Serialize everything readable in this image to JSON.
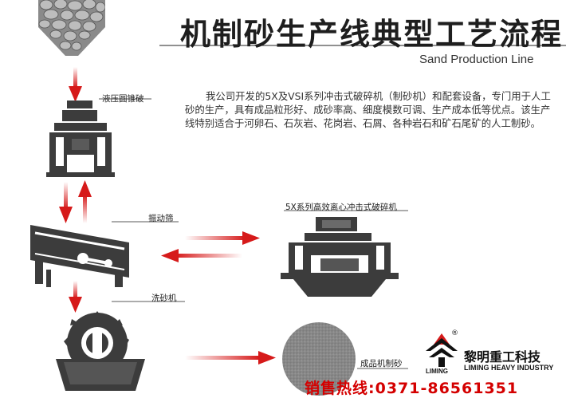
{
  "title": "机制砂生产线典型工艺流程",
  "subtitle": "Sand Production Line",
  "description": "我公司开发的5X及VSI系列冲击式破碎机（制砂机）和配套设备，专门用于人工砂的生产，具有成品粒形好、成砂率高、细度模数可调、生产成本低等优点。该生产线特别适合于河卵石、石灰岩、花岗岩、石屑、各种岩石和矿石尾矿的人工制砂。",
  "labels": {
    "cone_crusher": "液压圆锥破",
    "vibrating_screen": "振动筛",
    "impact_crusher": "5X系列高效离心冲击式破碎机",
    "sand_washer": "洗砂机",
    "finished_sand": "成品机制砂"
  },
  "hotline": "销售热线:0371-86561351",
  "logo": {
    "brand": "LIMING",
    "company_cn": "黎明重工科技",
    "company_en": "LIMING HEAVY INDUSTRY",
    "registered": "®"
  },
  "colors": {
    "arrow_red": "#d61a1a",
    "machine_dark": "#3c3c3c",
    "hotline_red": "#d40000"
  }
}
